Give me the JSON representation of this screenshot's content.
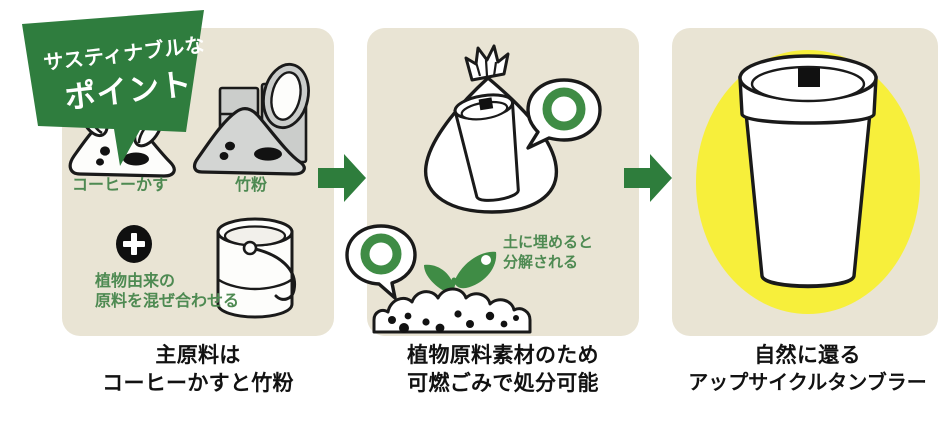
{
  "banner": {
    "line1": "サスティナブルな",
    "line2": "ポイント",
    "color": "#2F7D3E",
    "text_color": "#FFFFFF"
  },
  "colors": {
    "panel_bg": "#E9E4D4",
    "arrow_green": "#2E7D3C",
    "label_green": "#4E8A52",
    "highlight_yellow": "#F7EF3B",
    "outline": "#1A1A1A",
    "bamboo_gray": "#C9CBCA"
  },
  "panels": [
    {
      "id": "panel-1",
      "name": "raw-materials-panel",
      "items": [
        {
          "name": "coffee-grounds",
          "label": "コーヒーかす"
        },
        {
          "name": "bamboo-powder",
          "label": "竹粉"
        },
        {
          "name": "plant-origin-mix",
          "label_lines": [
            "植物由来の",
            "原料を混ぜ合わせる"
          ]
        }
      ],
      "plus_badge": "+",
      "caption": [
        "主原料は",
        "コーヒーかすと竹粉"
      ]
    },
    {
      "id": "panel-2",
      "name": "disposal-panel",
      "items": [
        {
          "name": "trash-bag-with-tumbler",
          "badge": "maru-ok-mark"
        },
        {
          "name": "sprout-in-soil",
          "badge": "maru-ok-mark"
        }
      ],
      "note_lines": [
        "土に埋めると",
        "分解される"
      ],
      "caption": [
        "植物原料素材のため",
        "可燃ごみで処分可能"
      ]
    },
    {
      "id": "panel-3",
      "name": "product-panel",
      "items": [
        {
          "name": "upcycle-tumbler",
          "highlight": "yellow-ellipse"
        }
      ],
      "caption": [
        "自然に還る",
        "アップサイクルタンブラー"
      ]
    }
  ],
  "arrows": [
    {
      "name": "arrow-panel1-to-panel2",
      "direction": "right"
    },
    {
      "name": "arrow-panel2-to-panel3",
      "direction": "right"
    }
  ],
  "icons": {
    "plus": "plus-icon",
    "maru": "circle-ok-icon",
    "arrow": "arrow-right-icon"
  }
}
